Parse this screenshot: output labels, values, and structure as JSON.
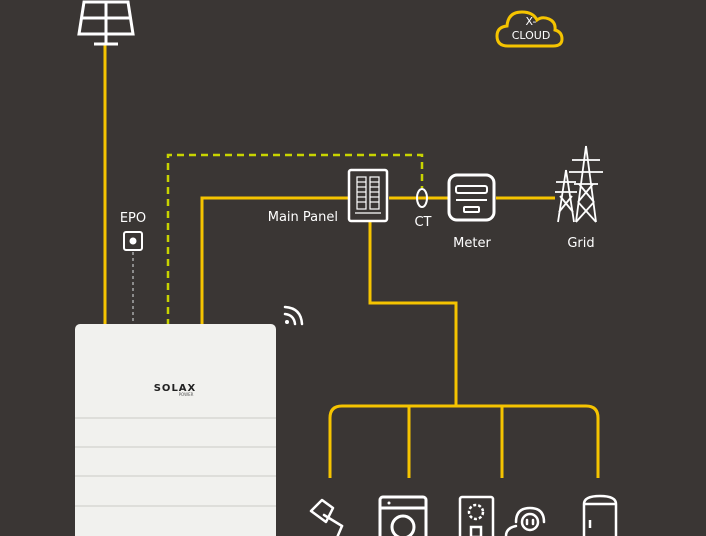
{
  "colors": {
    "background": "#3a3634",
    "line": "#f5c400",
    "dashed_line": "#c8d400",
    "icon_stroke": "#ffffff",
    "inverter_body": "#f1f1ee"
  },
  "labels": {
    "epo": "EPO",
    "main_panel": "Main Panel",
    "ct": "CT",
    "meter": "Meter",
    "grid": "Grid",
    "cloud_line1": "X-",
    "cloud_line2": "CLOUD"
  },
  "inverter": {
    "brand": "SOLAX",
    "brand_sub": "POWER"
  },
  "icons": [
    "solar-panel-icon",
    "cloud-icon",
    "epo-button-icon",
    "main-panel-icon",
    "ct-clamp-icon",
    "meter-icon",
    "grid-tower-icon",
    "wifi-icon",
    "lamp-icon",
    "washing-machine-icon",
    "appliance-icon",
    "ev-charger-icon",
    "water-heater-icon"
  ]
}
